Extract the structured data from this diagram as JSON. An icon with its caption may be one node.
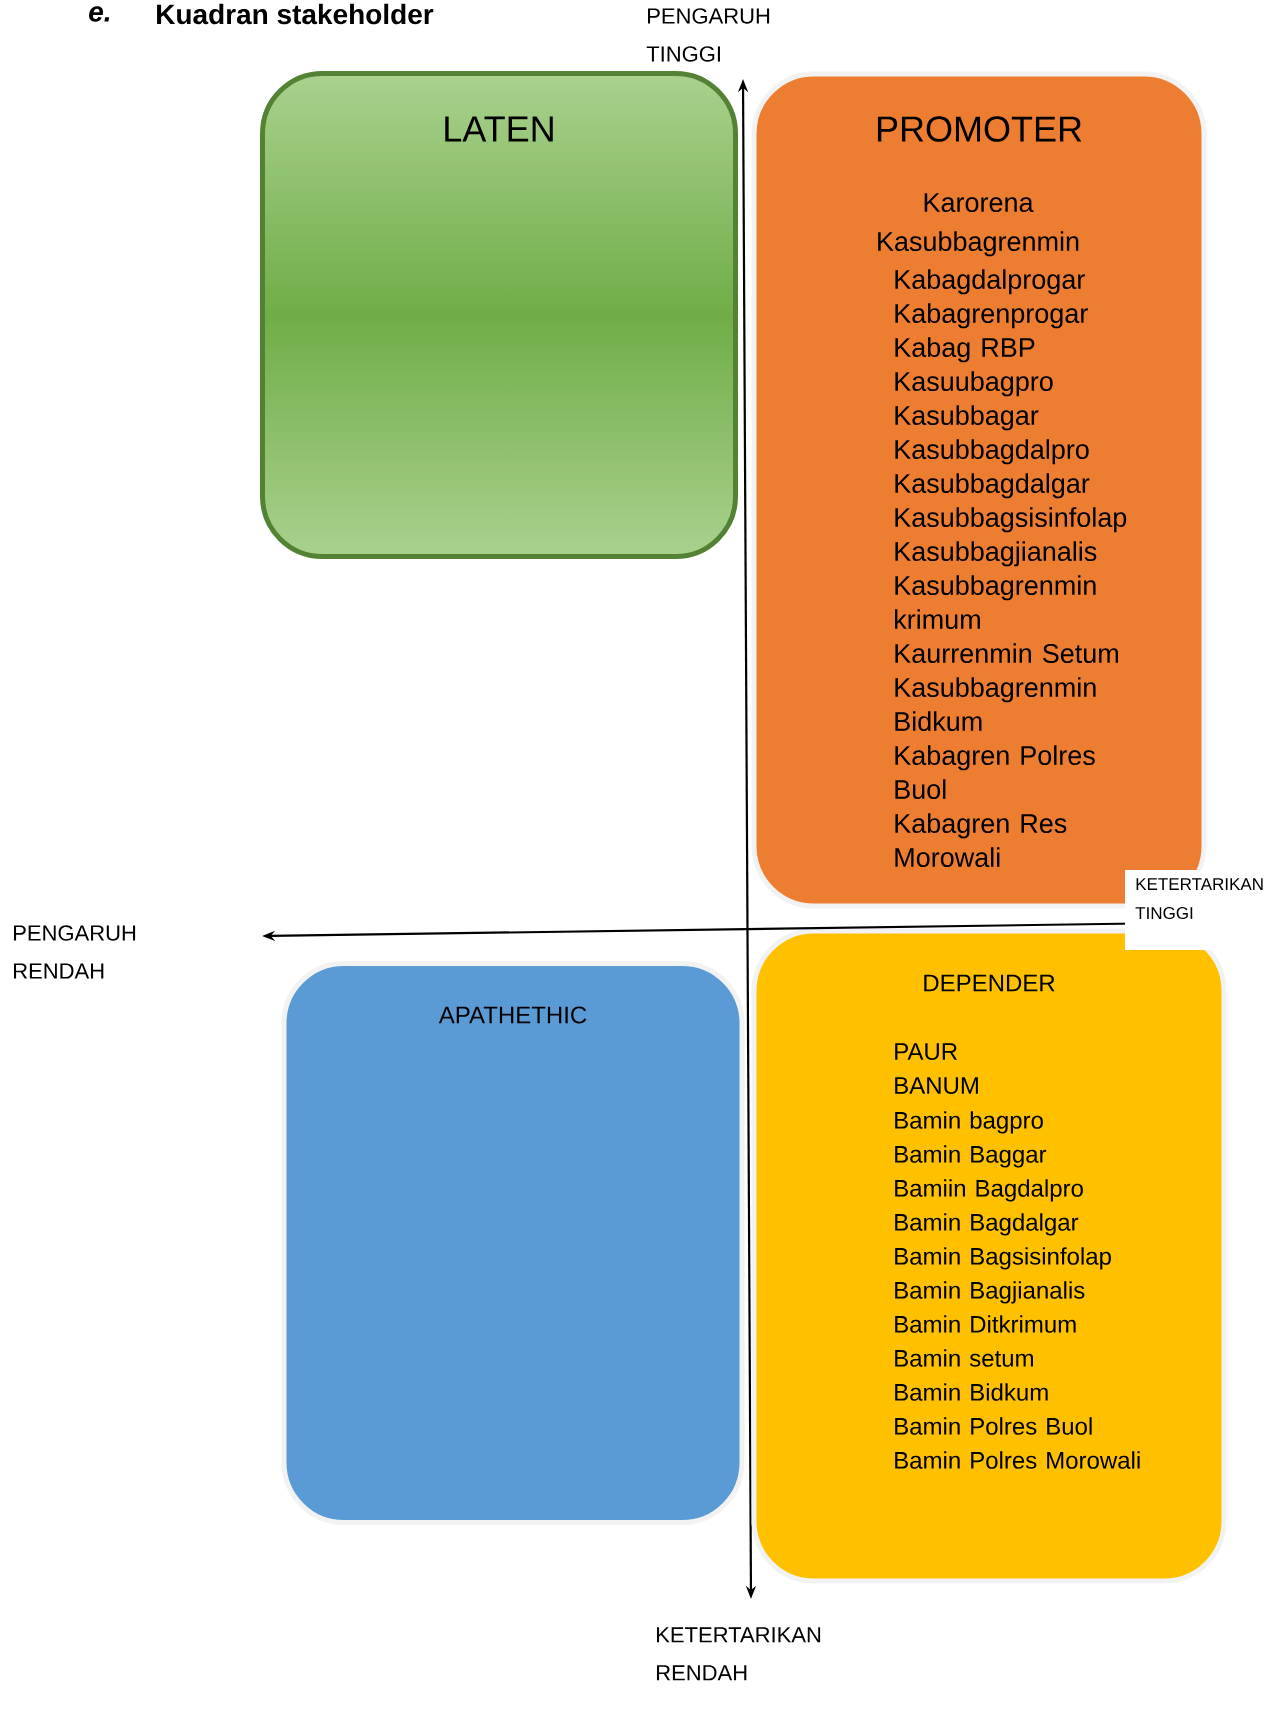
{
  "diagram": {
    "title": "Kuadran stakeholder",
    "nodes": [
      {
        "text": [
          "LATEN"
        ]
      },
      {
        "text": [
          "PROMOTER",
          "Karorena",
          "Kasubbagrenmin",
          "Kabagdalprogar",
          "Kabagrenprogar",
          "Kabag RBP",
          "Kasuubagpro",
          "Kasubbagar",
          "Kasubbagdalpro",
          "Kasubbagdalgar",
          "Kasubbagsisinfolap",
          "Kasubbagjianalis",
          "Kasubbagrenmin krimum",
          "Kaurrenmin Setum",
          "Kasubbagrenmin Bidkum",
          "Kabagren Polres Buol",
          "Kabagren Res Morowali"
        ]
      },
      {
        "text": [
          "APATHETHIC"
        ]
      },
      {
        "text": [
          "DEPENDER",
          "PAUR",
          "BANUM",
          "Bamin bagpro",
          "Bamin Baggar",
          "Bamiin Bagdalpro",
          "Bamin Bagdalgar",
          "Bamin Bagsisinfolap",
          "Bamin Bagjianalis",
          "Bamin Ditkrimum",
          "Bamin setum",
          "Bamin Bidkum",
          "Bamin Polres Buol",
          "Bamin Polres Morowali"
        ]
      }
    ],
    "labels": [
      "e.",
      "PENGARUH TINGGI",
      "PENGARUH RENDAH",
      "KETERTARIKAN TINGGI",
      "KETERTARIKAN RENDAH"
    ]
  }
}
